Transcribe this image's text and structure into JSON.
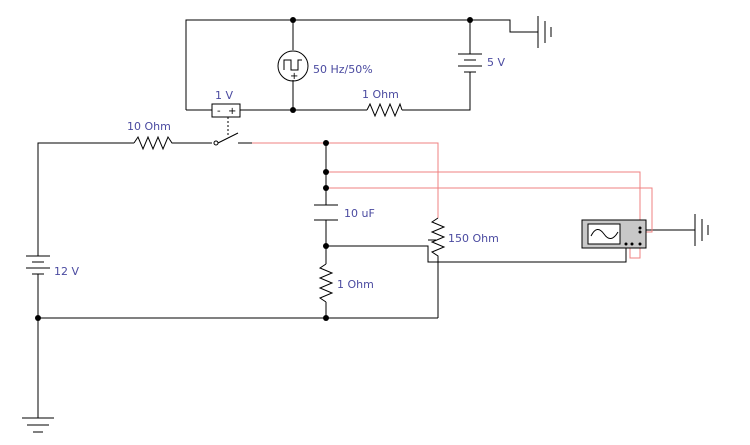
{
  "diagram": {
    "wire_color": "#000000",
    "probe_color": "#ef8080",
    "label_color": "#4a4aa0",
    "components": {
      "pulse_source": {
        "label": "50 Hz/50%",
        "icon": "square-wave-source-icon"
      },
      "battery_5v": {
        "label": "5 V",
        "icon": "battery-icon"
      },
      "resistor_top": {
        "label": "1  Ohm",
        "icon": "resistor-icon"
      },
      "control_source": {
        "label": "1 V",
        "minus": "-",
        "plus": "+",
        "icon": "voltage-controlled-switch-icon"
      },
      "resistor_10": {
        "label": "10  Ohm",
        "icon": "resistor-icon"
      },
      "battery_12v": {
        "label": "12 V",
        "icon": "battery-icon"
      },
      "capacitor": {
        "label": "10 uF",
        "icon": "capacitor-icon"
      },
      "resistor_bottom": {
        "label": "1  Ohm",
        "icon": "resistor-icon"
      },
      "potentiometer": {
        "label": "150  Ohm",
        "icon": "potentiometer-icon"
      },
      "oscilloscope": {
        "icon": "oscilloscope-icon"
      },
      "grounds": {
        "icon": "ground-icon"
      },
      "source_plus": "+"
    }
  }
}
